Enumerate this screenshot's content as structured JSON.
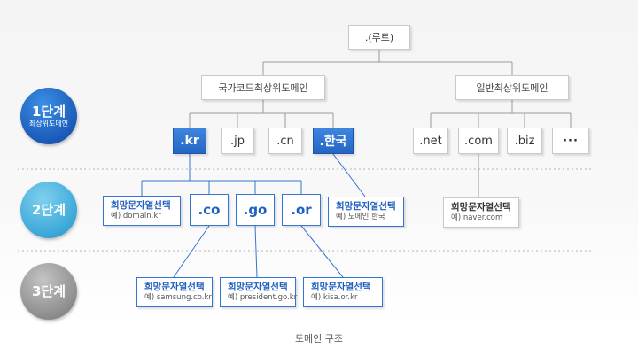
{
  "root": {
    "label": ".(루트)"
  },
  "level1_groups": {
    "cctld": "국가코드최상위도메인",
    "gtld": "일반최상위도메인"
  },
  "tlds": {
    "kr": ".kr",
    "jp": ".jp",
    "cn": ".cn",
    "hangul": ".한국",
    "net": ".net",
    "com": ".com",
    "biz": ".biz",
    "more": "···"
  },
  "second_level": {
    "co": ".co",
    "go": ".go",
    "or": ".or"
  },
  "labels": [
    {
      "title": "희망문자열선택",
      "example": "예) domain.kr"
    },
    {
      "title": "희망문자열선택",
      "example": "예) 도메인.한국"
    },
    {
      "title": "희망문자열선택",
      "example": "예) naver.com"
    },
    {
      "title": "희망문자열선택",
      "example": "예) samsung.co.kr"
    },
    {
      "title": "희망문자열선택",
      "example": "예) president.go.kr"
    },
    {
      "title": "희망문자열선택",
      "example": "예) kisa.or.kr"
    }
  ],
  "stages": [
    {
      "main": "1단계",
      "sub": "최상위도메인"
    },
    {
      "main": "2단계",
      "sub": ""
    },
    {
      "main": "3단계",
      "sub": ""
    }
  ],
  "caption": "도메인 구조",
  "colors": {
    "blue": "#2565c4",
    "lightblue": "#3ba8d8",
    "gray": "#8d8d8d",
    "line": "#9a9a9a",
    "blueline": "#3575d0"
  }
}
